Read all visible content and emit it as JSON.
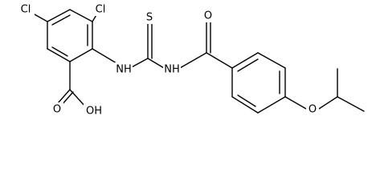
{
  "molecule": {
    "labels": {
      "cl_left": "Cl",
      "cl_right": "Cl",
      "s": "S",
      "nh_left": "NH",
      "nh_right": "NH",
      "o_amide": "O",
      "o_ether": "O",
      "o_acid": "O",
      "oh_acid": "OH"
    },
    "colors": {
      "bond": "#000000",
      "label": "#000000",
      "background": "#ffffff"
    }
  }
}
